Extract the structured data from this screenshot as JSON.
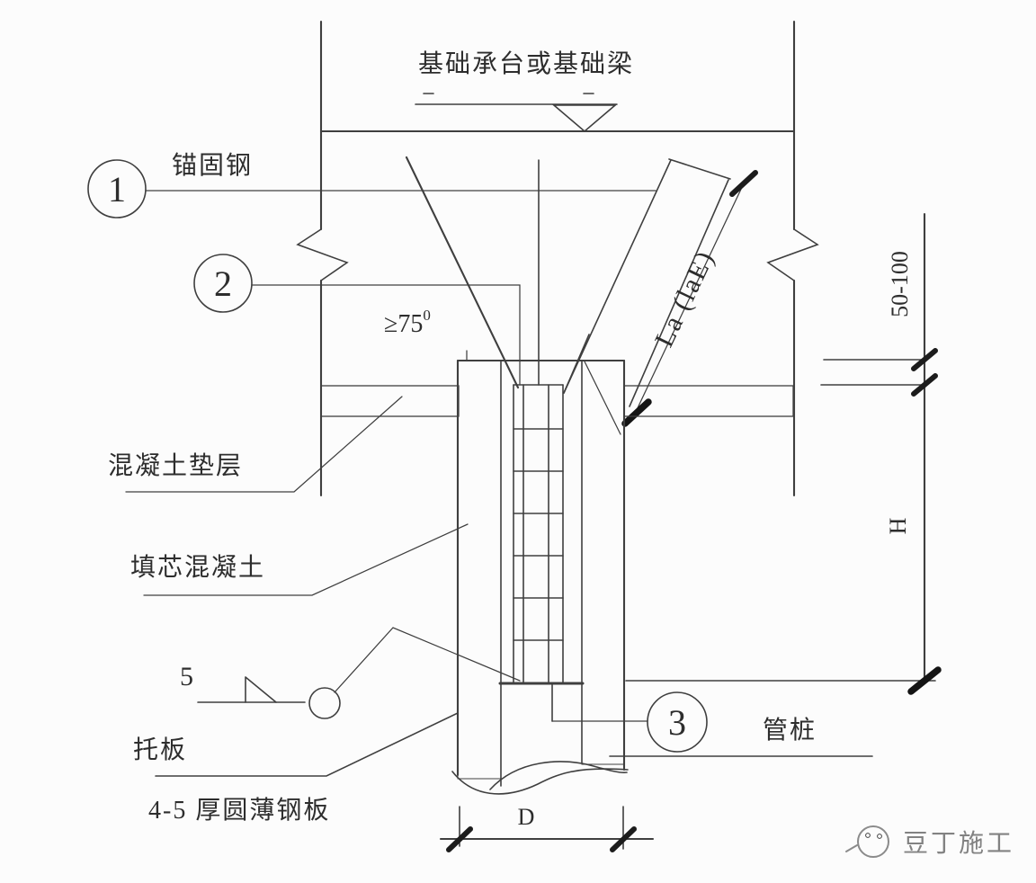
{
  "meta": {
    "drawing_type": "pile-to-cap connection construction detail",
    "language": "zh-CN"
  },
  "title": "基础承台或基础梁",
  "callouts": {
    "b1": "1",
    "b2": "2",
    "b3": "3"
  },
  "labels": {
    "anchor_steel": "锚固钢",
    "angle_value": "≥75",
    "angle_sup": "0",
    "anchor_length": "La (laE)",
    "cushion": "混凝土垫层",
    "core_fill": "填芯混凝土",
    "weld_size": "5",
    "support_plate": "托板",
    "steel_plate": "4-5 厚圆薄钢板",
    "pipe_pile": "管桩"
  },
  "dimensions": {
    "embed_depth": "50-100",
    "fill_depth": "H",
    "pile_diameter": "D"
  },
  "watermark": "豆丁施工",
  "colors": {
    "ink": "#3f3f3f",
    "background": "#fcfcfc",
    "watermark": "#828282"
  }
}
